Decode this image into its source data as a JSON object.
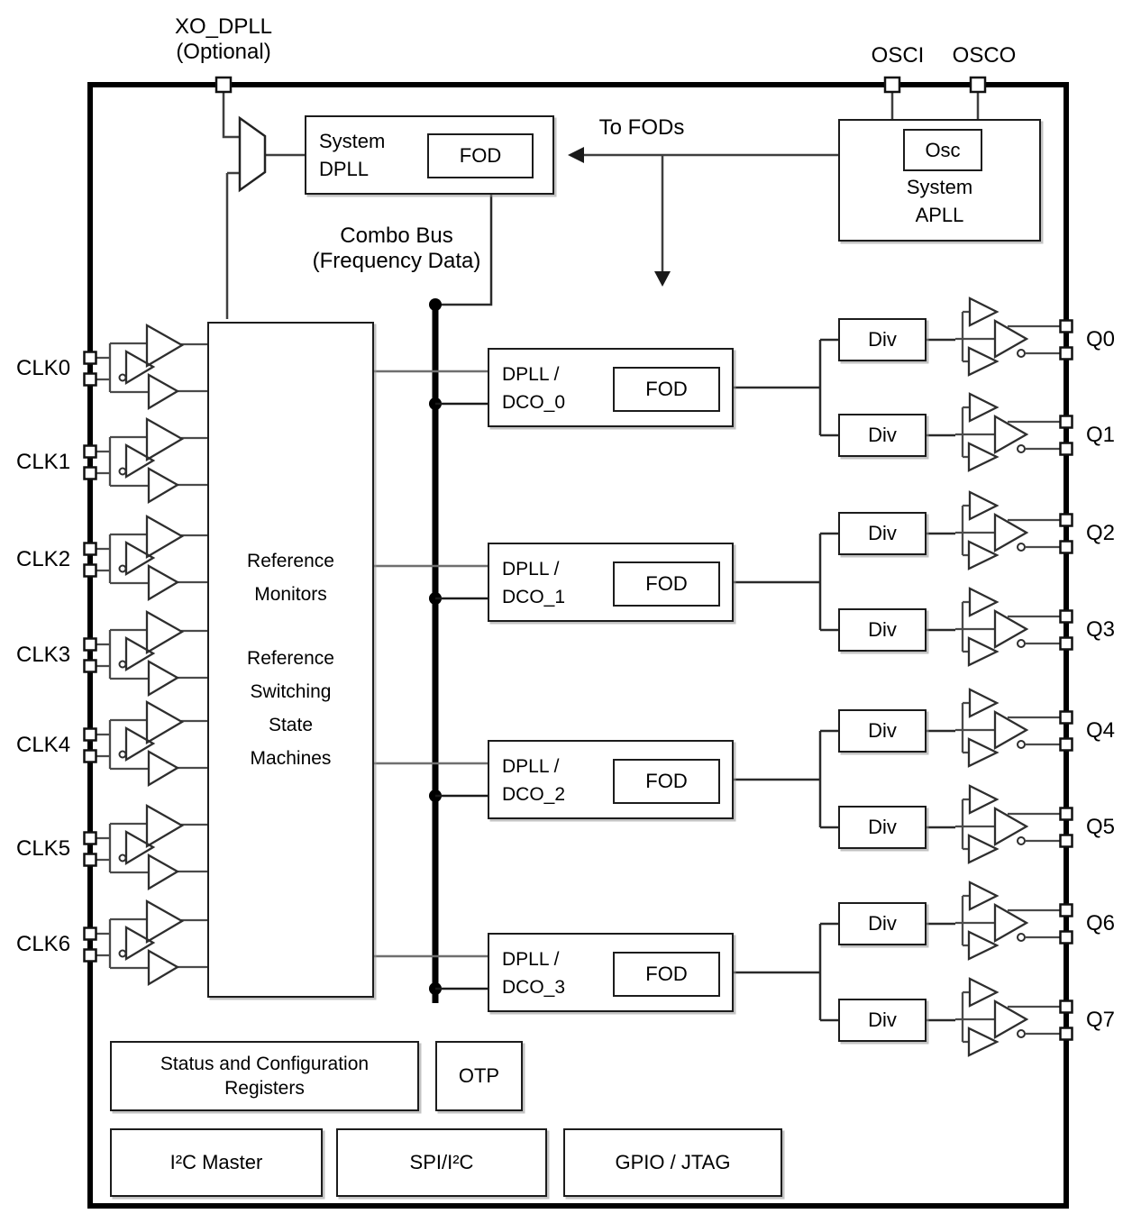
{
  "colors": {
    "background": "#ffffff",
    "wire": "#3f3f3f",
    "bus": "#000000",
    "text": "#000000"
  },
  "pins": {
    "xo_line1": "XO_DPLL",
    "xo_line2": "(Optional)",
    "osci": "OSCI",
    "osco": "OSCO"
  },
  "system_dpll": {
    "line1": "System",
    "line2": "DPLL",
    "fod": "FOD"
  },
  "apll": {
    "osc": "Osc",
    "line1": "System",
    "line2": "APLL"
  },
  "to_fods": "To FODs",
  "combo_bus": {
    "line1": "Combo Bus",
    "line2": "(Frequency Data)"
  },
  "reference_block": {
    "group1": [
      "Reference",
      "Monitors"
    ],
    "group2": [
      "Reference",
      "Switching",
      "State",
      "Machines"
    ]
  },
  "clk_inputs": [
    "CLK0",
    "CLK1",
    "CLK2",
    "CLK3",
    "CLK4",
    "CLK5",
    "CLK6"
  ],
  "dpll_blocks": [
    {
      "line1": "DPLL /",
      "line2": "DCO_0",
      "fod": "FOD"
    },
    {
      "line1": "DPLL /",
      "line2": "DCO_1",
      "fod": "FOD"
    },
    {
      "line1": "DPLL /",
      "line2": "DCO_2",
      "fod": "FOD"
    },
    {
      "line1": "DPLL /",
      "line2": "DCO_3",
      "fod": "FOD"
    }
  ],
  "dividers": {
    "label": "Div"
  },
  "outputs": [
    "Q0",
    "Q1",
    "Q2",
    "Q3",
    "Q4",
    "Q5",
    "Q6",
    "Q7"
  ],
  "footer": {
    "registers_line1": "Status and Configuration",
    "registers_line2": "Registers",
    "otp": "OTP",
    "i2c_master": "I²C Master",
    "spi": "SPI/I²C",
    "gpio": "GPIO / JTAG"
  }
}
